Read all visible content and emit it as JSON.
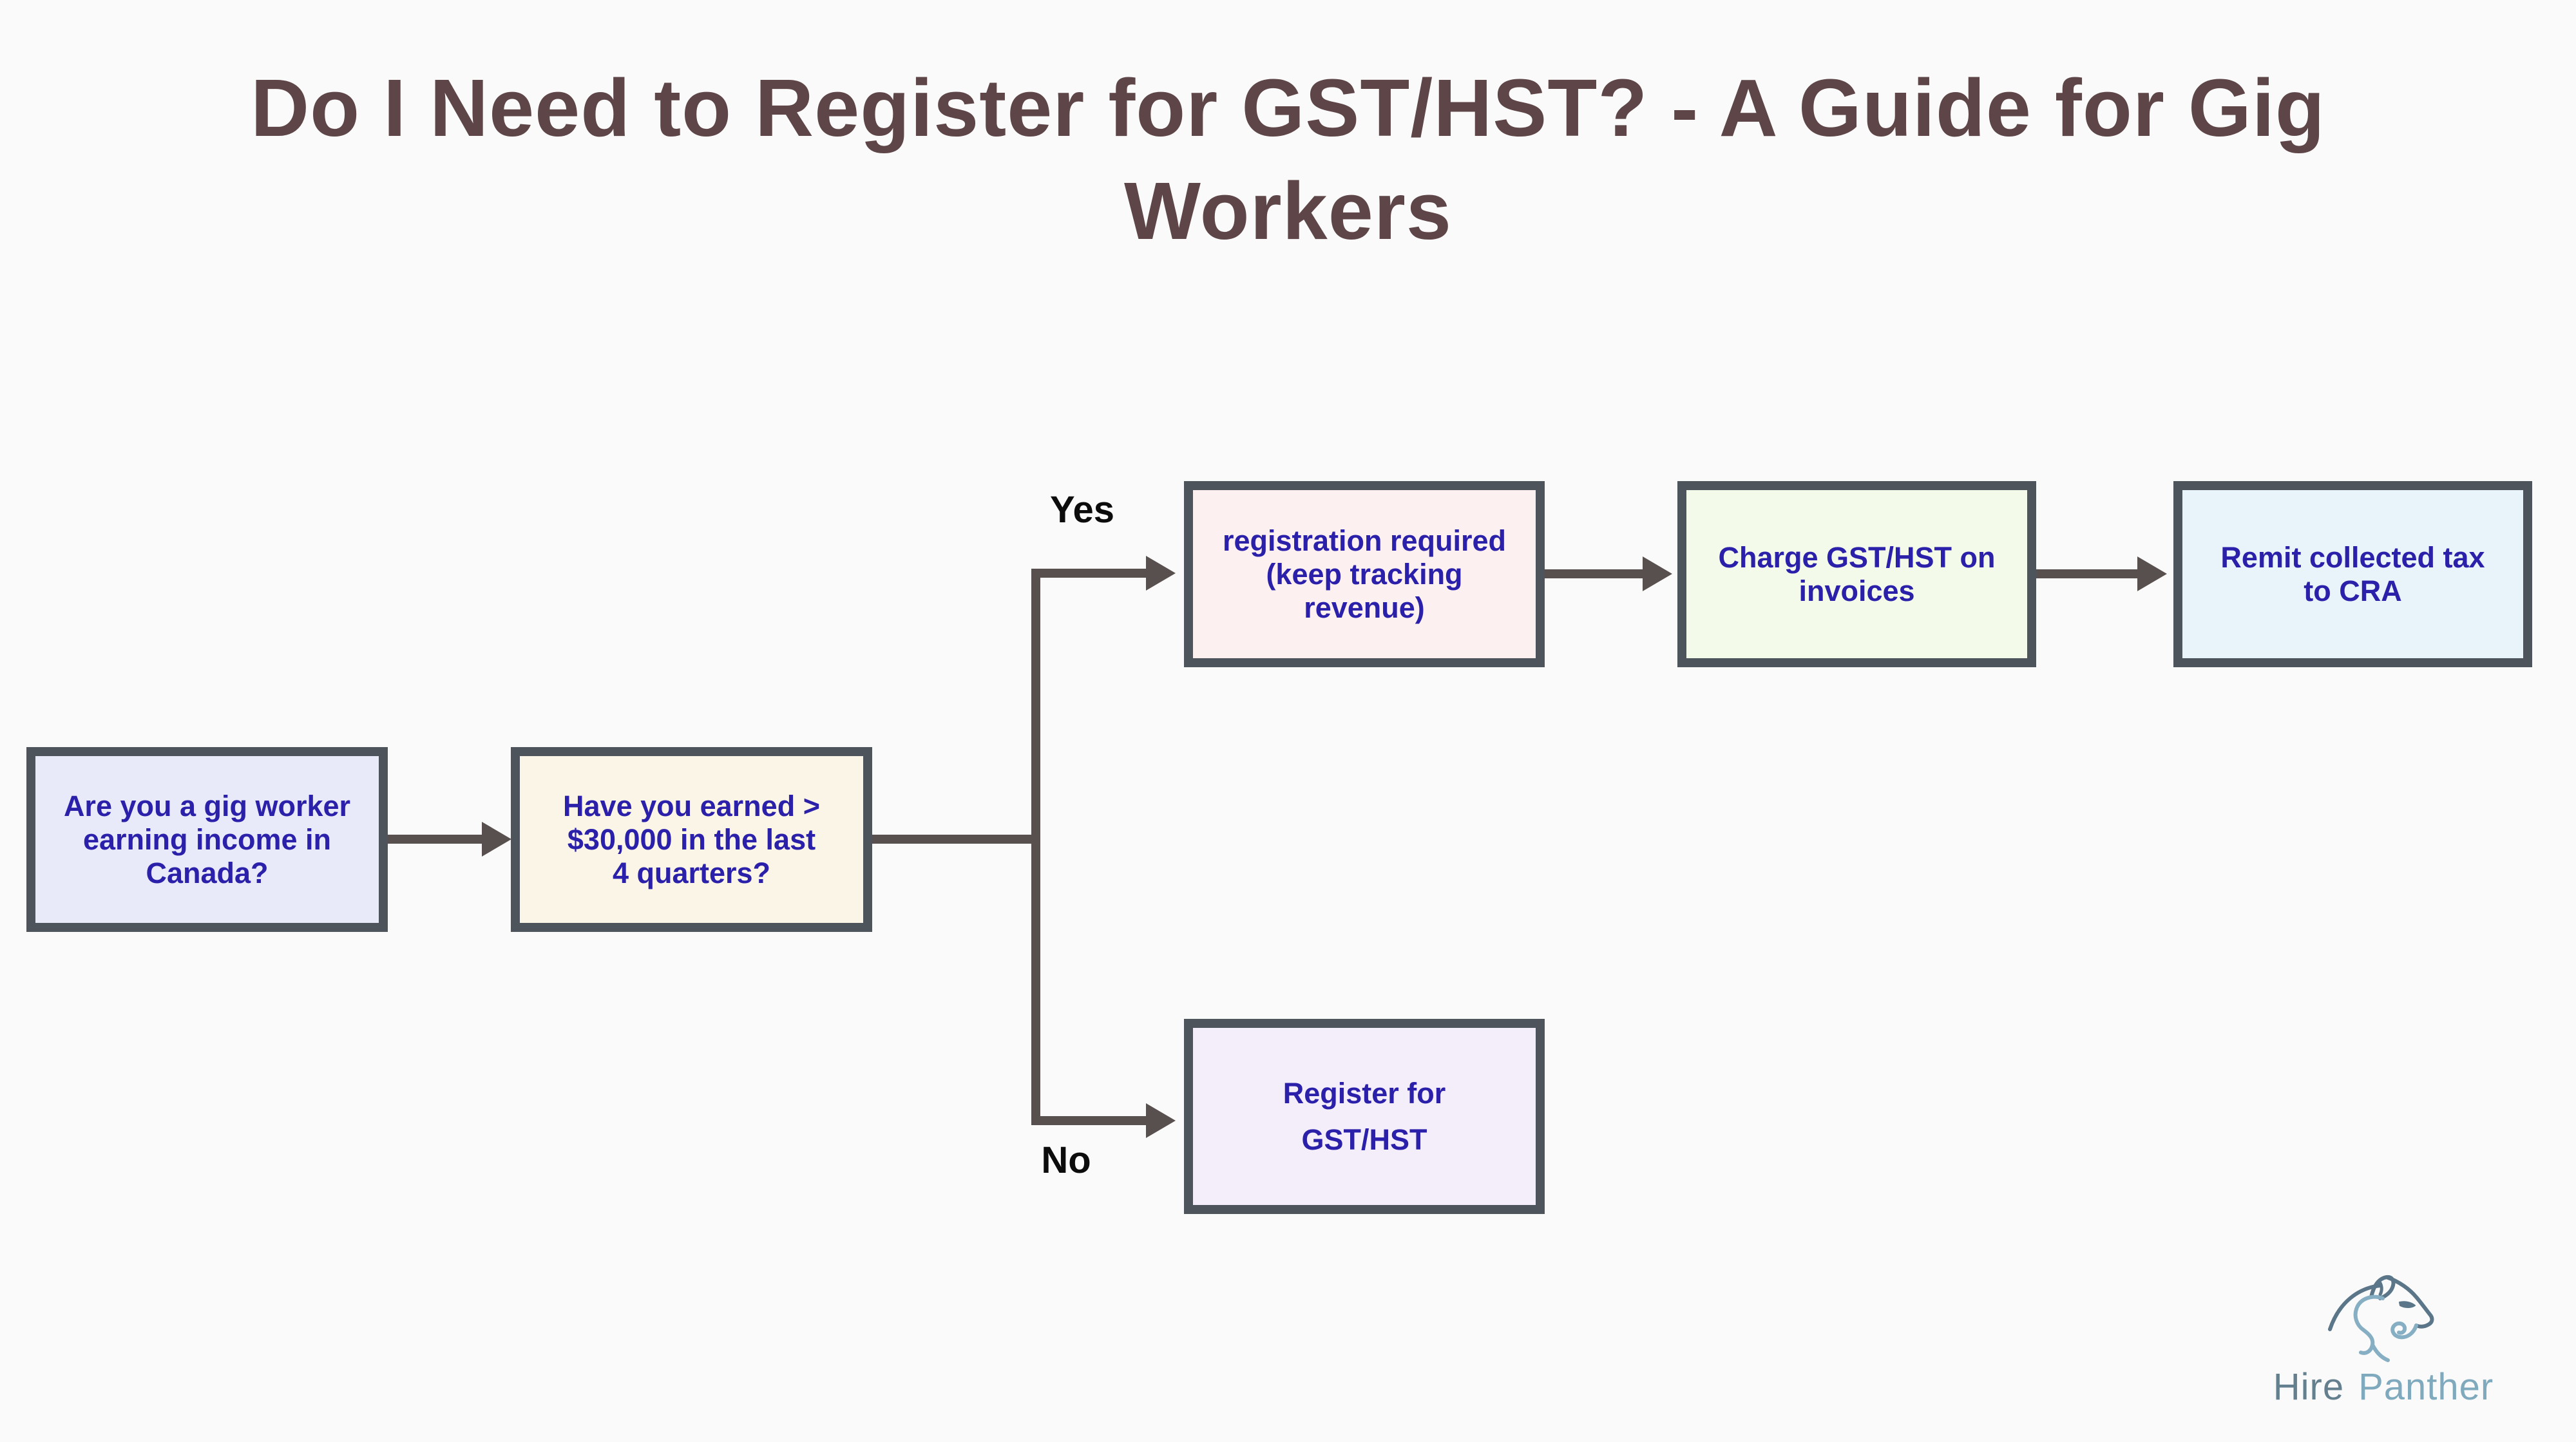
{
  "page": {
    "background": "#fbfafa"
  },
  "title": {
    "line1": "Do I Need to Register for GST/HST? - A Guide for Gig",
    "line2": "Workers",
    "color": "#5d4548"
  },
  "flow": {
    "labels": {
      "yes": "Yes",
      "no": "No"
    },
    "nodes": {
      "q_gig_worker": {
        "lines": [
          "Are you a gig worker",
          "earning income in",
          "Canada?"
        ],
        "fill": "#e8eafa"
      },
      "q_earned_30k": {
        "lines": [
          "Have you earned >",
          "$30,000 in the last",
          "4 quarters?"
        ],
        "fill": "#faf5e7"
      },
      "registration_required": {
        "lines": [
          "registration required",
          "(keep tracking",
          "revenue)"
        ],
        "fill": "#fcf0f1"
      },
      "charge_gst": {
        "lines": [
          "Charge GST/HST on",
          "invoices"
        ],
        "fill": "#f3fae9"
      },
      "remit_tax": {
        "lines": [
          "Remit collected tax",
          "to CRA"
        ],
        "fill": "#e9f3fa"
      },
      "register_gst": {
        "lines": [
          "Register for",
          "GST/HST"
        ],
        "fill": "#f4eefa"
      }
    },
    "text_color": "#2b20a9",
    "border_color": "#4e545c",
    "connector_color": "#57504e",
    "label_color": "#0c0c0c"
  },
  "logo": {
    "word1": "Hire",
    "word2": "Panther",
    "word1_color": "#64808f",
    "word2_color": "#7fa9bd"
  }
}
